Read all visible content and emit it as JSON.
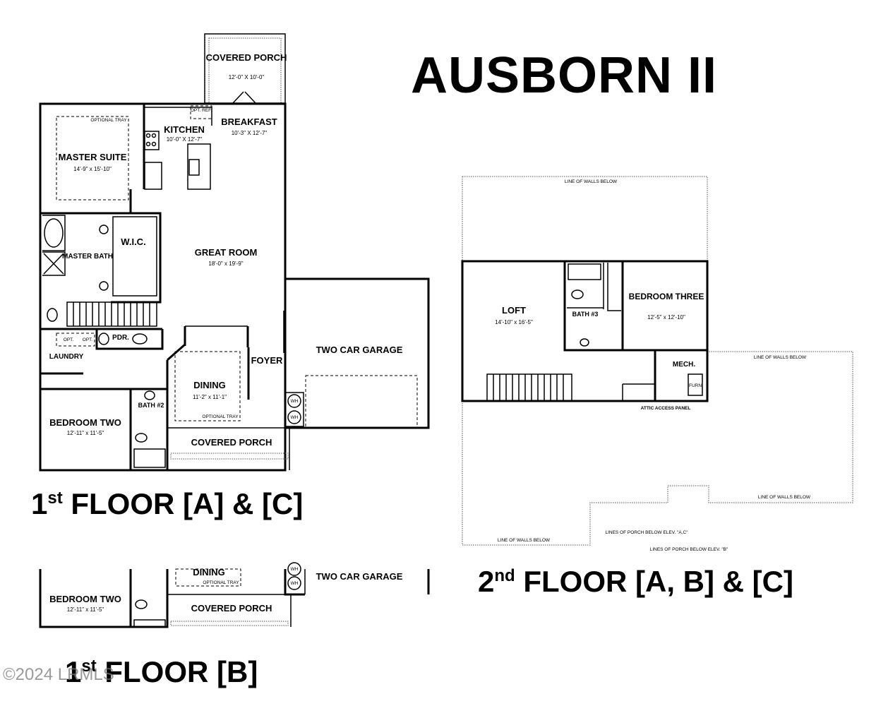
{
  "title": "AUSBORN II",
  "floor1a": {
    "label_pre": "1",
    "label_sup": "st",
    "label_post": "FLOOR  [A] & [C]",
    "rooms": [
      {
        "name": "COVERED PORCH",
        "dims": "12'-0\" X 10'-0\""
      },
      {
        "name": "BREAKFAST",
        "dims": "10'-3\" X 12'-7\""
      },
      {
        "name": "KITCHEN",
        "dims": "10'-0\" X 12'-7\""
      },
      {
        "name": "MASTER SUITE",
        "dims": "14'-9\" x 15'-10\""
      },
      {
        "name": "GREAT ROOM",
        "dims": "18'-0\" x 19'-9\""
      },
      {
        "name": "DINING",
        "dims": "11'-2\" x 11'-1\""
      },
      {
        "name": "BEDROOM TWO",
        "dims": "12'-11\" x 11'-5\""
      }
    ],
    "labels": {
      "optional_tray": "OPTIONAL TRAY",
      "opt_ref": "OPT. REF.",
      "wic": "W.I.C.",
      "master_bath": "MASTER BATH",
      "pdr": "PDR.",
      "opt": "OPT.",
      "laundry": "LAUNDRY",
      "bath2": "BATH #2",
      "foyer": "FOYER",
      "garage": "TWO CAR GARAGE",
      "wh": "WH",
      "front_porch": "COVERED PORCH"
    }
  },
  "floor1b": {
    "label_pre": "1",
    "label_sup": "st",
    "label_post": "FLOOR  [B]",
    "dining": "DINING",
    "optional_tray": "OPTIONAL TRAY",
    "garage": "TWO CAR GARAGE",
    "bedroom_two": "BEDROOM TWO",
    "bedroom_two_dims": "12'-11\" x 11'-5\"",
    "covered_porch": "COVERED PORCH",
    "wh": "WH"
  },
  "floor2": {
    "label_pre": "2",
    "label_sup": "nd",
    "label_post": "FLOOR  [A, B] & [C]",
    "loft": "LOFT",
    "loft_dims": "14'-10\" x 16'-5\"",
    "bedroom_three": "BEDROOM THREE",
    "bedroom_three_dims": "12'-5\" x 12'-10\"",
    "bath3": "BATH #3",
    "mech": "MECH.",
    "furn": "FURN",
    "attic_access": "ATTIC ACCESS PANEL",
    "line_of_walls_below": "LINE OF WALLS BELOW",
    "porch_ac": "LINES OF PORCH BELOW ELEV. \"A,C\"",
    "porch_b": "LINES OF PORCH BELOW ELEV. \"B\""
  },
  "watermark": "©2024 LRMLS"
}
